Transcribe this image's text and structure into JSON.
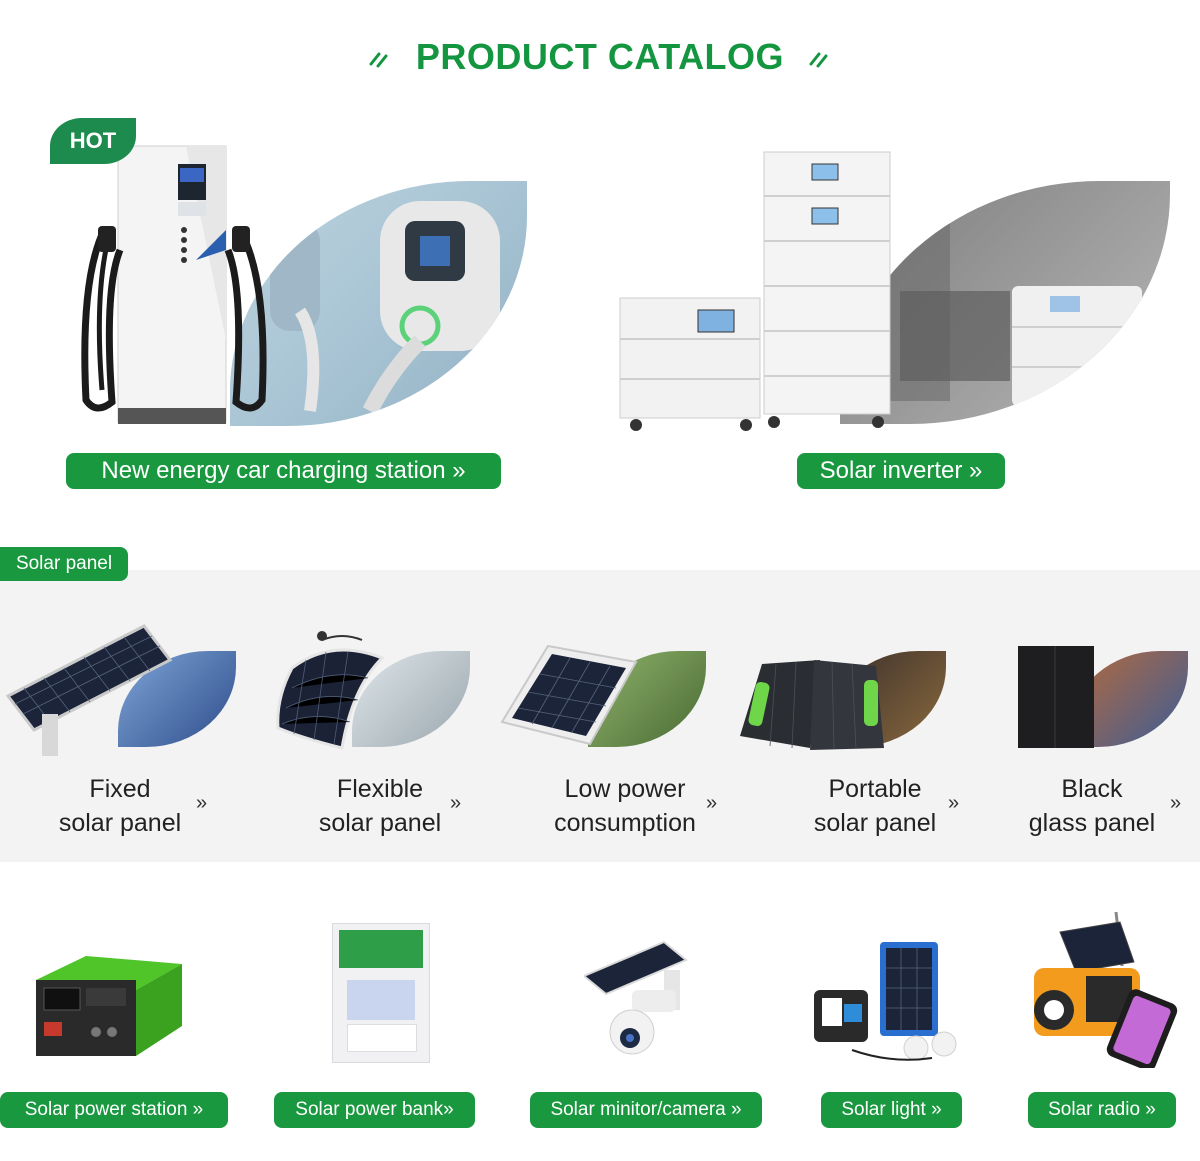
{
  "header": {
    "title": "PRODUCT CATALOG"
  },
  "featured": [
    {
      "badge": "HOT",
      "label": "New energy car charging station »"
    },
    {
      "label": "Solar inverter »"
    }
  ],
  "solar_panel_section": {
    "tab_label": "Solar panel",
    "items": [
      {
        "line1": "Fixed",
        "line2": "solar panel",
        "chevron": "»"
      },
      {
        "line1": "Flexible",
        "line2": "solar panel",
        "chevron": "»"
      },
      {
        "line1": "Low power",
        "line2": "consumption",
        "chevron": "»"
      },
      {
        "line1": "Portable",
        "line2": "solar panel",
        "chevron": "»"
      },
      {
        "line1": "Black",
        "line2": "glass panel",
        "chevron": "»"
      }
    ]
  },
  "products": [
    {
      "label": "Solar power station  »"
    },
    {
      "label": "Solar power bank»"
    },
    {
      "label": "Solar minitor/camera »"
    },
    {
      "label": "Solar light  »"
    },
    {
      "label": "Solar radio  »"
    }
  ],
  "colors": {
    "brand_green": "#19983f",
    "band_bg": "#f3f3f3"
  }
}
